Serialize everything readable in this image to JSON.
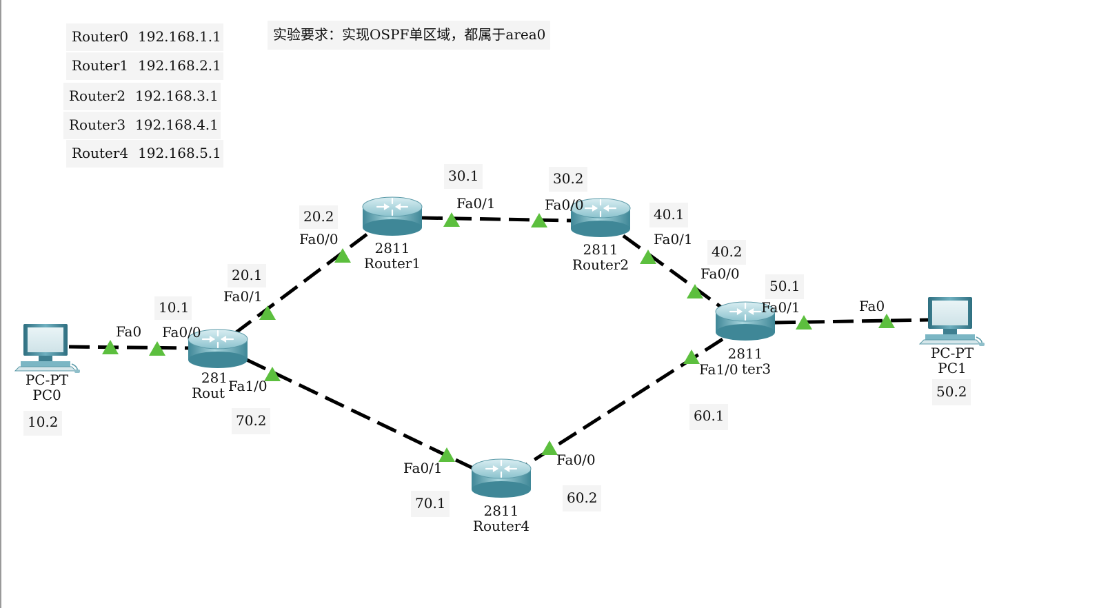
{
  "requirement": "实验要求：实现OSPF单区域，都属于area0",
  "router_table": [
    {
      "name": "Router0",
      "ip": "192.168.1.1"
    },
    {
      "name": "Router1",
      "ip": "192.168.2.1"
    },
    {
      "name": "Router2",
      "ip": "192.168.3.1"
    },
    {
      "name": "Router3",
      "ip": "192.168.4.1"
    },
    {
      "name": "Router4",
      "ip": "192.168.5.1"
    }
  ],
  "devices": {
    "pc0": {
      "model": "PC-PT",
      "name": "PC0"
    },
    "pc1": {
      "model": "PC-PT",
      "name": "PC1"
    },
    "router0": {
      "model": "281",
      "name": "Rout"
    },
    "router1": {
      "model": "2811",
      "name": "Router1"
    },
    "router2": {
      "model": "2811",
      "name": "Router2"
    },
    "router3": {
      "model": "2811",
      "name": "ter3"
    },
    "router4": {
      "model": "2811",
      "name": "Router4"
    }
  },
  "ports": {
    "pc0_fa0": "Fa0",
    "r0_fa00": "Fa0/0",
    "r0_fa01": "Fa0/1",
    "r0_fa10": "Fa1/0",
    "r1_fa00": "Fa0/0",
    "r1_fa01": "Fa0/1",
    "r2_fa00": "Fa0/0",
    "r2_fa01": "Fa0/1",
    "r3_fa00": "Fa0/0",
    "r3_fa01": "Fa0/1",
    "r3_fa10": "Fa1/0",
    "r4_fa00": "Fa0/0",
    "r4_fa01": "Fa0/1",
    "pc1_fa0": "Fa0"
  },
  "addresses": {
    "a10_1": "10.1",
    "a10_2": "10.2",
    "a20_1": "20.1",
    "a20_2": "20.2",
    "a30_1": "30.1",
    "a30_2": "30.2",
    "a40_1": "40.1",
    "a40_2": "40.2",
    "a50_1": "50.1",
    "a50_2": "50.2",
    "a60_1": "60.1",
    "a60_2": "60.2",
    "a70_1": "70.1",
    "a70_2": "70.2"
  },
  "colors": {
    "link": "#000000",
    "link_status_up": "#5cbf3e",
    "router_body": "#5fa9b6",
    "pc_body": "#4f95a8",
    "note_background": "#f4f4f4"
  },
  "icons": {
    "router": "router-icon",
    "pc": "pc-icon",
    "link_up": "link-up-triangle-icon"
  }
}
